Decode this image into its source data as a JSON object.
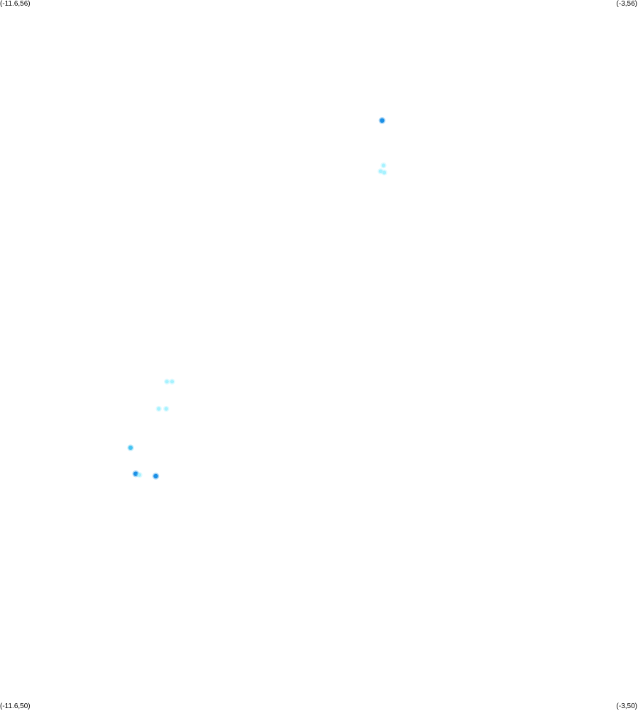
{
  "corners": {
    "top_left": "(-11.6,56)",
    "top_right": "(-3,56)",
    "bottom_left": "(-11.6,50)",
    "bottom_right": "(-3,50)"
  },
  "bounds": {
    "lon_min": -11.6,
    "lon_max": -3,
    "lat_min": 50,
    "lat_max": 56
  },
  "colors": {
    "background": "#ffffff",
    "point_dense": "#1a8fe6",
    "point_medium": "#45c3f2",
    "point_light": "#a6f2ff"
  },
  "points": [
    {
      "lon": -6.45,
      "lat": 54.98,
      "intensity": "dense"
    },
    {
      "lon": -6.43,
      "lat": 54.6,
      "intensity": "light"
    },
    {
      "lon": -6.47,
      "lat": 54.55,
      "intensity": "light"
    },
    {
      "lon": -6.42,
      "lat": 54.54,
      "intensity": "light"
    },
    {
      "lon": -9.35,
      "lat": 52.77,
      "intensity": "light"
    },
    {
      "lon": -9.28,
      "lat": 52.77,
      "intensity": "light"
    },
    {
      "lon": -9.46,
      "lat": 52.54,
      "intensity": "light"
    },
    {
      "lon": -9.36,
      "lat": 52.54,
      "intensity": "light"
    },
    {
      "lon": -9.84,
      "lat": 52.21,
      "intensity": "medium"
    },
    {
      "lon": -9.77,
      "lat": 51.99,
      "intensity": "dense"
    },
    {
      "lon": -9.72,
      "lat": 51.98,
      "intensity": "light"
    },
    {
      "lon": -9.5,
      "lat": 51.97,
      "intensity": "dense"
    }
  ]
}
